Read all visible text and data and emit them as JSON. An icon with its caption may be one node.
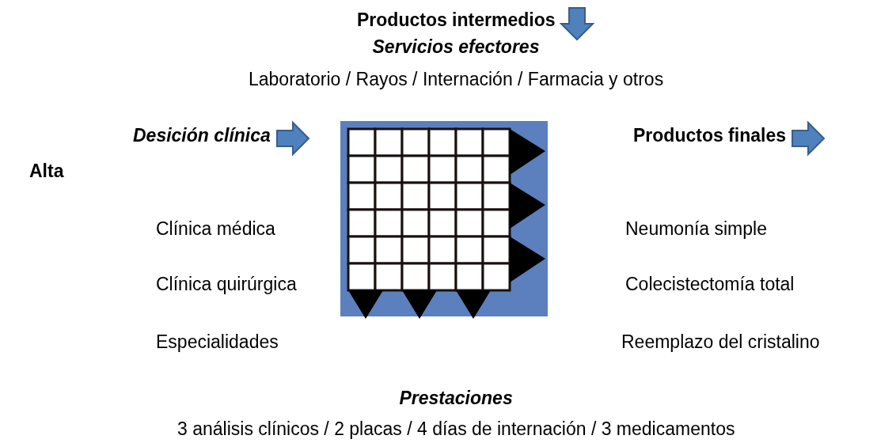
{
  "diagram": {
    "labels": [
      "Productos intermedios",
      "Servicios efectores",
      "Laboratorio / Rayos / Internación / Farmacia y otros",
      "Desición clínica",
      "Productos finales",
      "Alta",
      "Clínica médica",
      "Neumonía simple",
      "Clínica quirúrgica",
      "Colecistectomía total",
      "Especialidades",
      "Reemplazo del cristalino",
      "Prestaciones",
      "3 análisis clínicos / 2 placas / 4 días de internación / 3 medicamentos"
    ]
  }
}
